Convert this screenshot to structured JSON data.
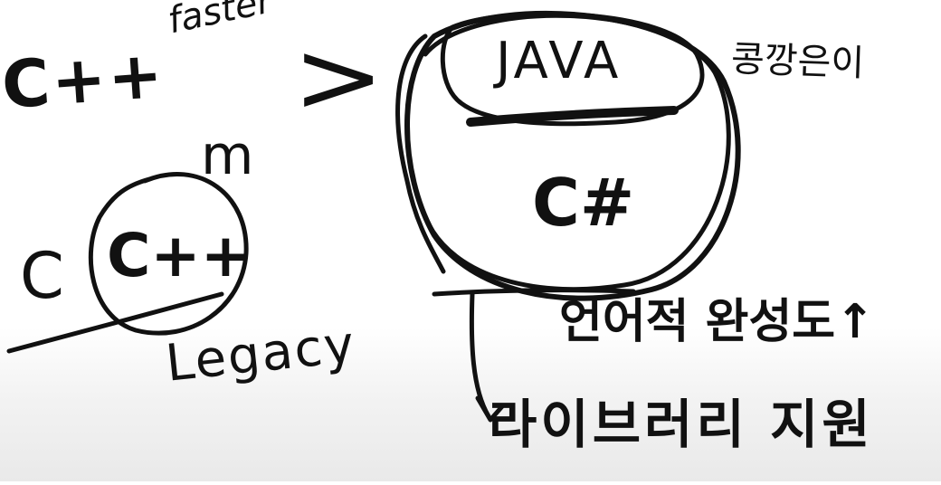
{
  "board": {
    "background": "#ffffff",
    "ink_color": "#111111"
  },
  "labels": {
    "cpp_top": "C++",
    "faster": "faster",
    "greater_than": ">",
    "java": "JAVA",
    "csharp": "C#",
    "right_note": "콩깡은이",
    "c": "C",
    "cpp_circled": "C++",
    "m": "m",
    "legacy": "Legacy",
    "language_completeness": "언어적 완성도↑",
    "library": "라이브러리 지원"
  }
}
